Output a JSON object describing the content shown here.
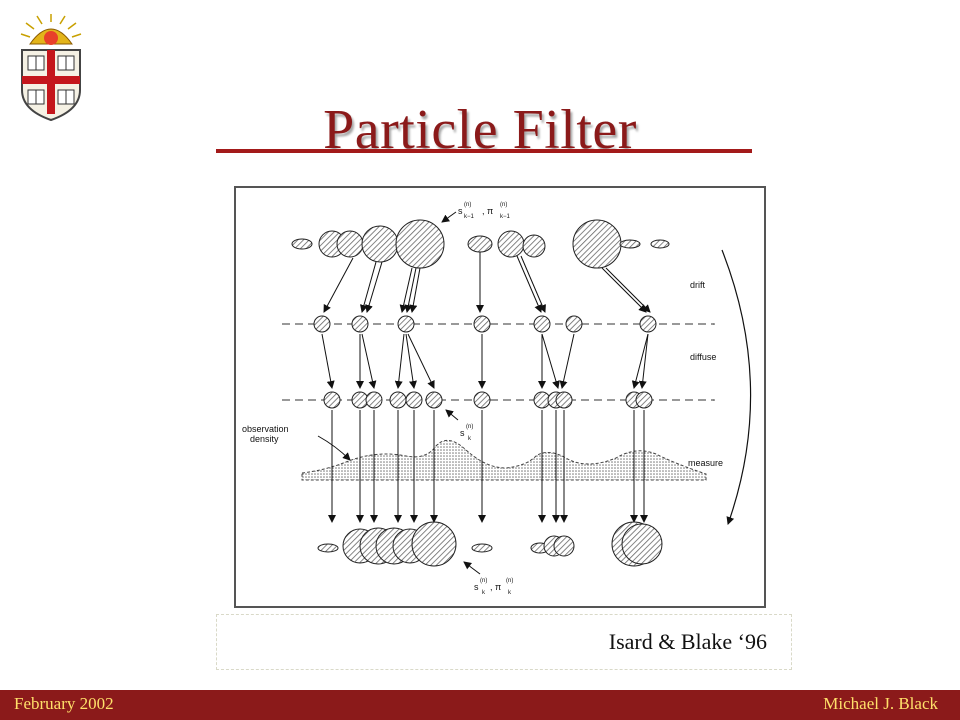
{
  "slide": {
    "title": "Particle Filter",
    "caption": "Isard & Blake ‘96",
    "footer_left": "February 2002",
    "footer_right": "Michael J. Black"
  },
  "logo": {
    "icon": "brown-university-shield-icon"
  },
  "diagram": {
    "labels": {
      "drift": "drift",
      "diffuse": "diffuse",
      "measure": "measure",
      "observation_line1": "observation",
      "observation_line2": "density",
      "s_prev_main": "s",
      "s_prev_sup": "(n)",
      "s_prev_sub": "k−1",
      "pi_prev_main": ", π",
      "pi_prev_sup": "(n)",
      "pi_prev_sub": "k−1",
      "s_k_main": "s",
      "s_k_sup": "(n)",
      "s_k_sub": "k",
      "s_final_main": "s",
      "s_final_sup": "(n)",
      "s_final_sub": "k",
      "pi_final_main": ", π",
      "pi_final_sup": "(n)",
      "pi_final_sub": "k"
    }
  },
  "colors": {
    "accent": "#8b1a1a",
    "footer_text": "#ffe06a",
    "rule": "#a31a1a"
  }
}
